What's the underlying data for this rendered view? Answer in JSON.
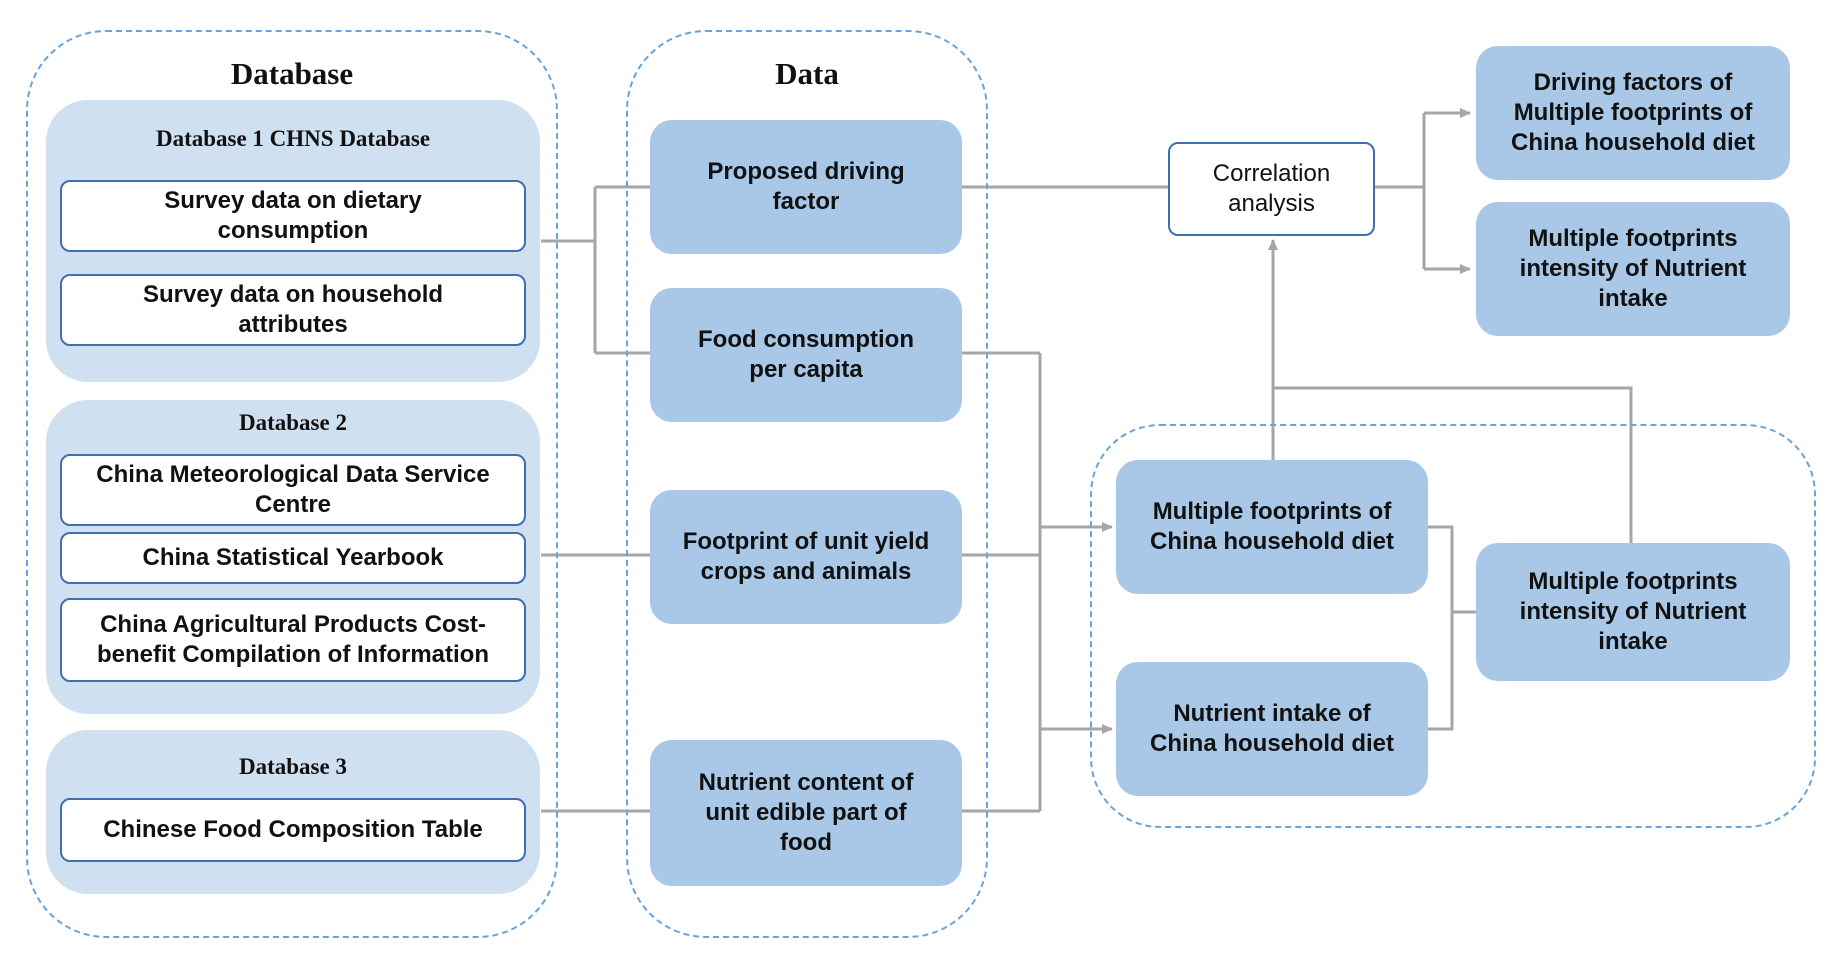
{
  "colors": {
    "dashed_border": "#6aa3d6",
    "group_fill": "#cfe0f1",
    "node_fill": "#a9c8e8",
    "box_border": "#3f6fae",
    "connector": "#a6a6a6"
  },
  "database_panel": {
    "heading": "Database",
    "groups": [
      {
        "title": "Database 1  CHNS Database",
        "items": [
          "Survey data on dietary\nconsumption",
          "Survey data on household\nattributes"
        ]
      },
      {
        "title": "Database 2",
        "items": [
          "China Meteorological Data Service\nCentre",
          "China Statistical Yearbook",
          "China Agricultural Products Cost-\nbenefit Compilation of Information"
        ]
      },
      {
        "title": "Database 3",
        "items": [
          "Chinese Food Composition Table"
        ]
      }
    ]
  },
  "data_panel": {
    "heading": "Data",
    "nodes": [
      "Proposed driving\nfactor",
      "Food consumption\nper capita",
      "Footprint of unit yield\ncrops and animals",
      "Nutrient content of\nunit edible part of\nfood"
    ]
  },
  "analysis": {
    "correlation": "Correlation\nanalysis",
    "outputs": [
      "Driving factors of\nMultiple footprints of\nChina household diet",
      "Multiple footprints\nintensity of Nutrient\nintake"
    ]
  },
  "calc_panel": {
    "footprints": "Multiple footprints of\nChina household diet",
    "nutrient": "Nutrient intake of\nChina household diet",
    "intensity": "Multiple footprints\nintensity of Nutrient\nintake"
  }
}
